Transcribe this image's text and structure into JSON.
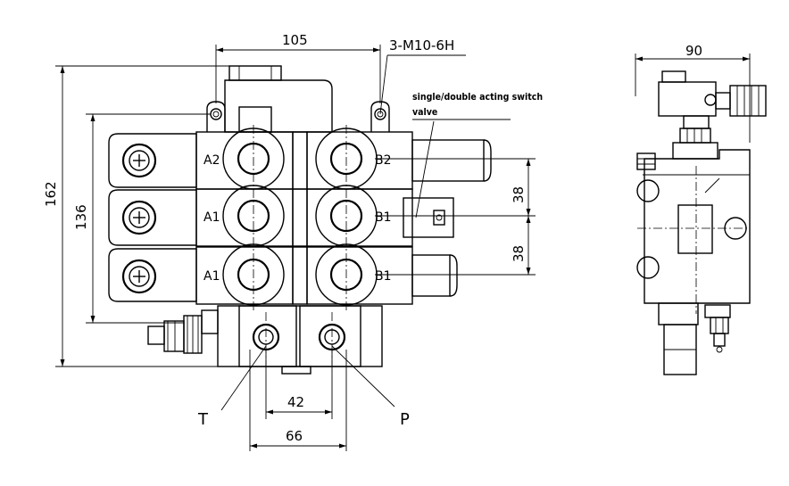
{
  "front_view": {
    "dims": {
      "width_105": "105",
      "height_162": "162",
      "height_136": "136",
      "pitch_38_a": "38",
      "pitch_38_b": "38",
      "ports_42": "42",
      "ports_66": "66"
    },
    "thread_callout": "3-M10-6H",
    "note": {
      "line1": "single/double acting switch",
      "line2": "valve"
    },
    "ports": {
      "a2": "A2",
      "b2": "B2",
      "a1_upper": "A1",
      "b1_upper": "B1",
      "a1_lower": "A1",
      "b1_lower": "B1",
      "t": "T",
      "p": "P"
    }
  },
  "side_view": {
    "dims": {
      "width_90": "90"
    }
  }
}
